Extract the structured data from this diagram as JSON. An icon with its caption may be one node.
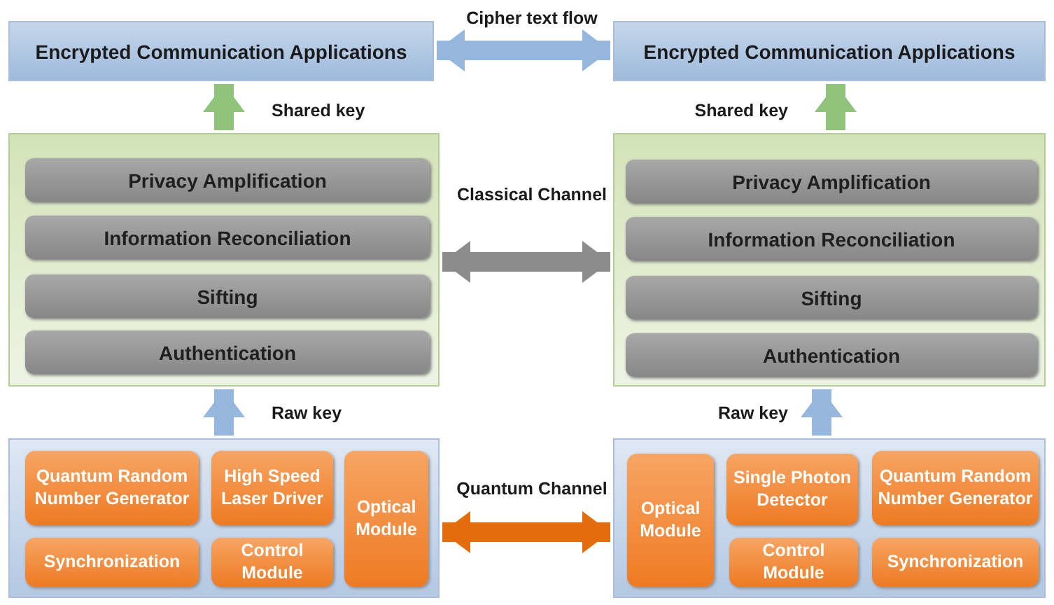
{
  "diagram": {
    "nodes": [
      {
        "text": [
          "Encrypted Communication Applications"
        ]
      },
      {
        "text": [
          "Encrypted Communication Applications"
        ]
      },
      {
        "text": [],
        "shape": "box"
      },
      {
        "text": [
          "Privacy Amplification"
        ],
        "in": 2
      },
      {
        "text": [
          "Information Reconciliation"
        ],
        "in": 2
      },
      {
        "text": [
          "Sifting"
        ],
        "in": 2
      },
      {
        "text": [
          "Authentication"
        ],
        "in": 2
      },
      {
        "text": [],
        "shape": "box"
      },
      {
        "text": [
          "Privacy Amplification"
        ],
        "in": 7
      },
      {
        "text": [
          "Information Reconciliation"
        ],
        "in": 7
      },
      {
        "text": [
          "Sifting"
        ],
        "in": 7
      },
      {
        "text": [
          "Authentication"
        ],
        "in": 7
      },
      {
        "text": [],
        "shape": "box"
      },
      {
        "text": [
          "Quantum Random Number Generator"
        ],
        "in": 12
      },
      {
        "text": [
          "High Speed Laser Driver"
        ],
        "in": 12
      },
      {
        "text": [
          "Optical Module"
        ],
        "in": 12
      },
      {
        "text": [
          "Synchronization"
        ],
        "in": 12
      },
      {
        "text": [
          "Control Module"
        ],
        "in": 12
      },
      {
        "text": [],
        "shape": "box"
      },
      {
        "text": [
          "Optical Module"
        ],
        "in": 18
      },
      {
        "text": [
          "Single Photon Detector"
        ],
        "in": 18
      },
      {
        "text": [
          "Quantum Random Number Generator"
        ],
        "in": 18
      },
      {
        "text": [
          "Control Module"
        ],
        "in": 18
      },
      {
        "text": [
          "Synchronization"
        ],
        "in": 18
      }
    ],
    "edges": [
      {
        "from": 0,
        "to": 1,
        "arrow": "both",
        "label": "Cipher text flow"
      },
      {
        "from": 2,
        "to": 7,
        "arrow": "both",
        "label": "Classical Channel",
        "color": "#8c8c8c"
      },
      {
        "from": 12,
        "to": 18,
        "arrow": "both",
        "label": "Quantum Channel",
        "color": "#e46c0a"
      },
      {
        "from": 2,
        "to": 0,
        "arrow": "to",
        "label": "Shared key",
        "color": "#8fc27a"
      },
      {
        "from": 7,
        "to": 1,
        "arrow": "to",
        "label": "Shared key",
        "color": "#8fc27a"
      },
      {
        "from": 12,
        "to": 2,
        "arrow": "to",
        "label": "Raw key"
      },
      {
        "from": 18,
        "to": 7,
        "arrow": "to",
        "label": "Raw key"
      }
    ]
  }
}
